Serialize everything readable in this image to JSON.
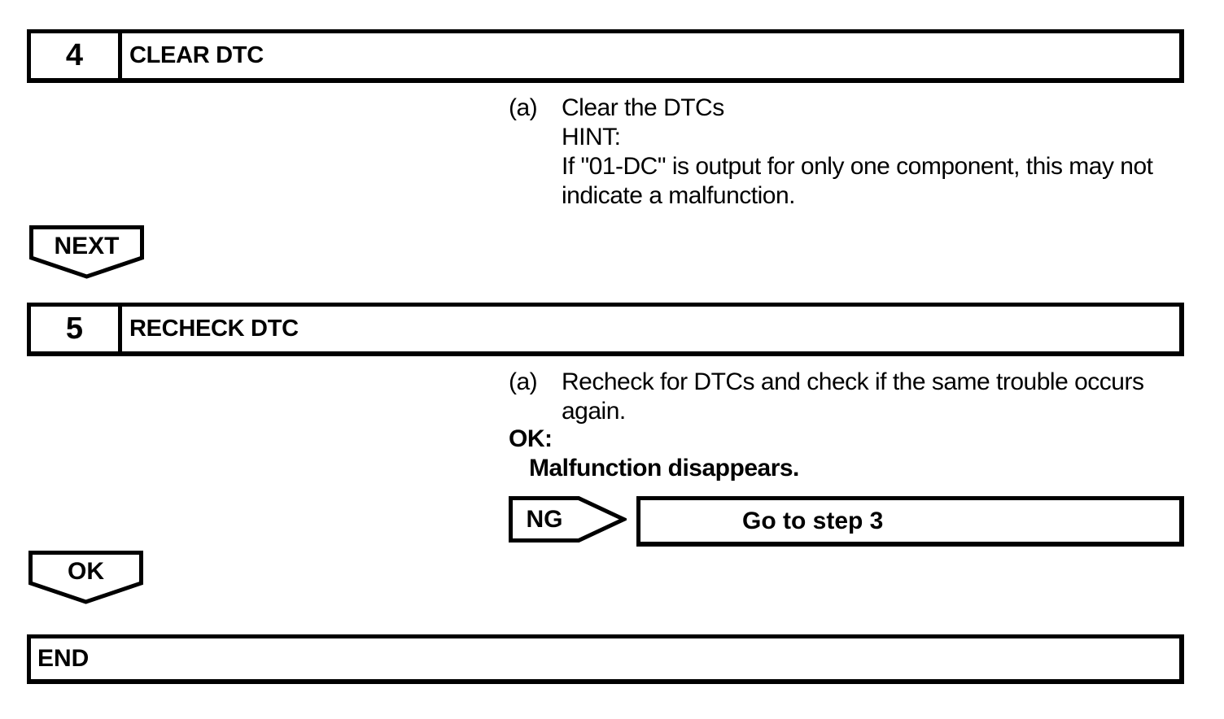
{
  "colors": {
    "ink": "#000000",
    "paper": "#ffffff"
  },
  "steps": [
    {
      "number": "4",
      "title": "CLEAR DTC",
      "instruction": {
        "marker": "(a)",
        "lines": [
          "Clear the DTCs",
          "HINT:",
          "If \"01-DC\" is output for only one component, this may not",
          "indicate a malfunction."
        ]
      },
      "connector_label": "NEXT"
    },
    {
      "number": "5",
      "title": "RECHECK DTC",
      "instruction": {
        "marker": "(a)",
        "lines": [
          "Recheck for DTCs and check if the same trouble occurs",
          "again."
        ]
      },
      "ok_note": {
        "heading": "OK:",
        "lines": [
          "Malfunction disappears."
        ]
      },
      "ng_branch": {
        "label": "NG",
        "result": "Go to step 3"
      },
      "connector_label": "OK"
    }
  ],
  "end_label": "END"
}
